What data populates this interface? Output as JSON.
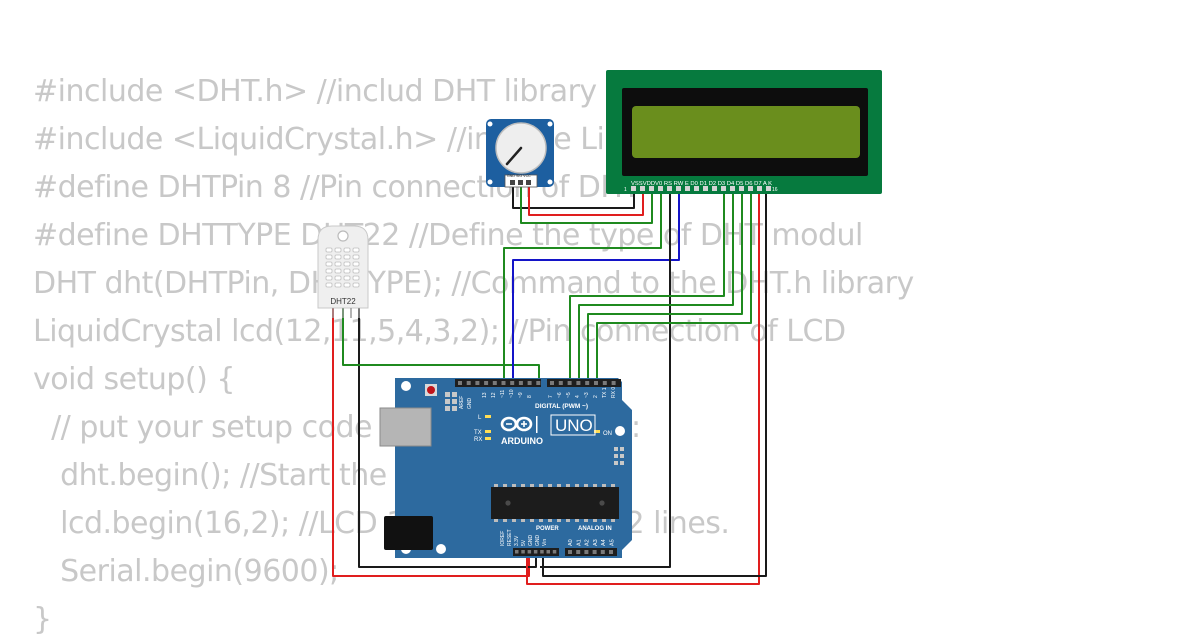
{
  "code_lines": [
    "#include <DHT.h> //includ DHT library",
    "#include <LiquidCrystal.h> //include LiquidCrystal library",
    "#define DHTPin 8 //Pin connection of DHT",
    "#define DHTTYPE DHT22 //Define the type of DHT modul",
    "DHT dht(DHTPin, DHTTYPE); //Command to the DHT.h library",
    "LiquidCrystal lcd(12,11,5,4,3,2); //Pin connection of LCD",
    "void setup() {",
    "  // put your setup code here, to run once:",
    "   dht.begin(); //Start the DHT",
    "   lcd.begin(16,2); //LCD 16 character by 2 lines.",
    "   Serial.begin(9600);",
    "}"
  ],
  "lcd": {
    "pin_labels": "VSSVDDV0 RS RW E  D0 D1 D2 D3 D4 D5 D6 D7  A   K",
    "pin_first": "1",
    "pin_last": "16",
    "board_color": "#067a3e",
    "screen_color": "#6a8e1d"
  },
  "potentiometer": {
    "pin_labels": "GND  SIG  VCC",
    "color": "#1d5fa0"
  },
  "dht_sensor": {
    "label": "DHT22"
  },
  "arduino": {
    "brand": "ARDUINO",
    "model": "UNO",
    "digital_header": "DIGITAL (PWM ~)",
    "power_header": "POWER",
    "analog_header": "ANALOG IN",
    "led_l": "L",
    "led_tx": "TX",
    "led_rx": "RX",
    "led_on": "ON",
    "aref": "AREF",
    "gnd": "GND",
    "digital_pins": [
      "13",
      "12",
      "~11",
      "~10",
      "~9",
      "8",
      "7",
      "~6",
      "~5",
      "4",
      "~3",
      "2",
      "TX 1",
      "RX 0"
    ],
    "power_pins": [
      "IOREF",
      "RESET",
      "3.3V",
      "5V",
      "GND",
      "GND",
      "Vin"
    ],
    "analog_pins": [
      "A0",
      "A1",
      "A2",
      "A3",
      "A4",
      "A5"
    ],
    "board_color": "#2d6a9f"
  },
  "wire_colors": {
    "red": "#e01e1e",
    "black": "#1a1a1a",
    "green": "#1f8a1f",
    "blue": "#1414c8"
  }
}
